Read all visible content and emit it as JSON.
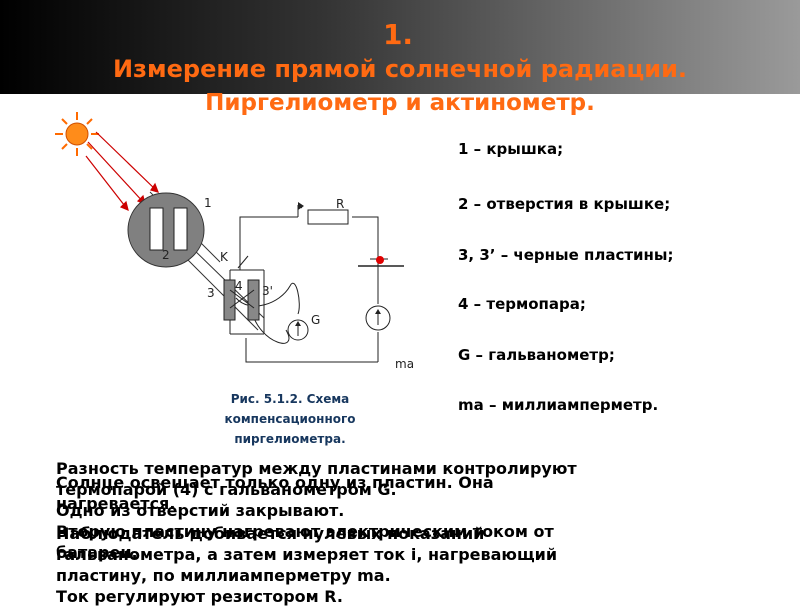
{
  "slide": {
    "title_number": "1.",
    "title_line1": "Измерение прямой солнечной радиации.",
    "title_line2": "Пиргелиометр и актинометр."
  },
  "diagram": {
    "labels": {
      "cover": "1",
      "opening": "2",
      "resistor": "R",
      "key": "K",
      "plate_left": "3",
      "plate_right": "3'",
      "thermocouple": "4",
      "galvanometer": "G",
      "milliammeter": "ma"
    },
    "caption": [
      "Рис. 5.1.2. Схема",
      "компенсационного",
      "пиргелиометра."
    ]
  },
  "legend": [
    "1 – крышка;",
    "2 – отверстия в крышке;",
    "3, 3’ – черные пластины;",
    "4 – термопара;",
    "G – гальванометр;",
    "ma – миллиамперметр."
  ],
  "paragraphs": {
    "p1": [
      "Разность температур между пластинами контролируют",
      "термопарой (4) с гальванометром G."
    ],
    "p2": [
      "Солнце освещает только одну из пластин. Она",
      "нагревается."
    ],
    "p3": [
      "Одно из отверстий закрывают.",
      "Вторую пластину нагревают электрическим током от",
      "батареи."
    ],
    "p4": [
      "Наблюдатель добивается нулевых показаний",
      "гальванометра, а затем измеряет ток i, нагревающий",
      "пластину, по миллиамперметру ma.",
      "Ток регулируют резистором R."
    ]
  },
  "colors": {
    "title": "#ff6a12",
    "sun": "#ff8c1a",
    "rays": "#cc0000",
    "cover": "#808080",
    "contact": "#e00000",
    "caption": "#17375e"
  }
}
